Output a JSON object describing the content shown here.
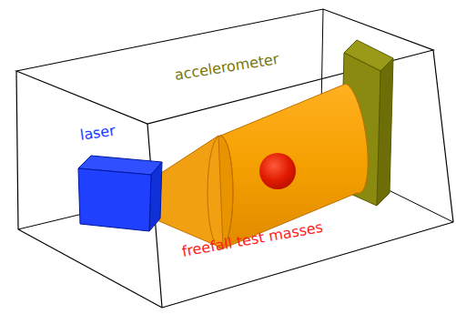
{
  "diagram": {
    "labels": [
      "laser",
      "accelerometer",
      "freefall test masses"
    ]
  }
}
